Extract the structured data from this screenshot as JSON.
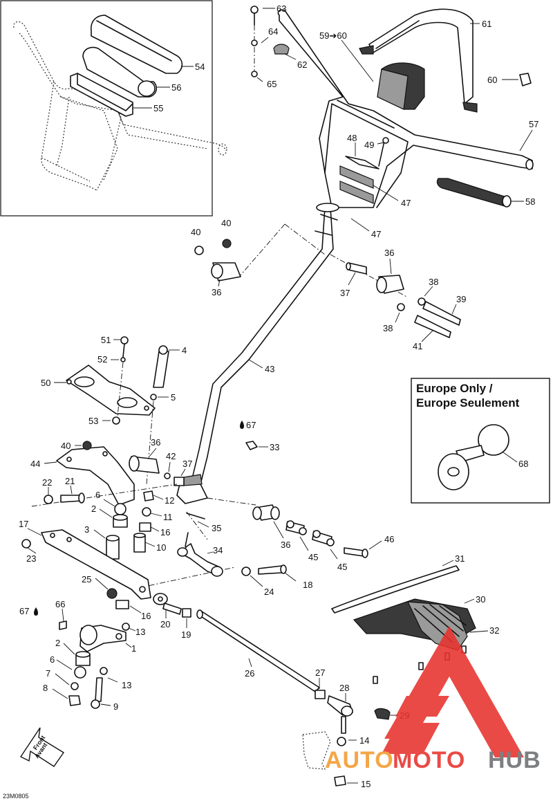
{
  "diagram_code": "23M0805",
  "inset_box": {
    "title_line1": "Europe Only /",
    "title_line2": "Europe Seulement"
  },
  "front_arrow": {
    "line1": "Front",
    "line2": "Avant"
  },
  "watermark": {
    "part1": "AUTO",
    "part2": "MOTO",
    "part3": "HUB",
    "color_red": "#e8322d",
    "color_orange": "#f39a2e",
    "color_gray": "#6d6e71"
  },
  "callouts": {
    "c1": "1",
    "c2a": "2",
    "c2b": "2",
    "c3": "3",
    "c4": "4",
    "c5": "5",
    "c6a": "6",
    "c6b": "6",
    "c7": "7",
    "c8": "8",
    "c9": "9",
    "c10": "10",
    "c11": "11",
    "c12": "12",
    "c13a": "13",
    "c13b": "13",
    "c14": "14",
    "c15": "15",
    "c16a": "16",
    "c16b": "16",
    "c17": "17",
    "c18": "18",
    "c19": "19",
    "c20": "20",
    "c21": "21",
    "c22": "22",
    "c23": "23",
    "c24": "24",
    "c25": "25",
    "c26": "26",
    "c27": "27",
    "c28": "28",
    "c29": "29",
    "c30": "30",
    "c31": "31",
    "c32": "32",
    "c33": "33",
    "c34": "34",
    "c35": "35",
    "c36a": "36",
    "c36b": "36",
    "c36c": "36",
    "c36d": "36",
    "c37a": "37",
    "c37b": "37",
    "c38a": "38",
    "c38b": "38",
    "c39": "39",
    "c40a": "40",
    "c40b": "40",
    "c40c": "40",
    "c41": "41",
    "c42": "42",
    "c43": "43",
    "c44": "44",
    "c45a": "45",
    "c45b": "45",
    "c46": "46",
    "c47a": "47",
    "c47b": "47",
    "c48": "48",
    "c49": "49",
    "c50": "50",
    "c51": "51",
    "c52": "52",
    "c53": "53",
    "c54": "54",
    "c55": "55",
    "c56": "56",
    "c57": "57",
    "c58": "58",
    "c5960": "59➔60",
    "c60": "60",
    "c61": "61",
    "c62": "62",
    "c63": "63",
    "c64": "64",
    "c65": "65",
    "c66": "66",
    "c67a": "67",
    "c67b": "67",
    "c68": "68"
  }
}
